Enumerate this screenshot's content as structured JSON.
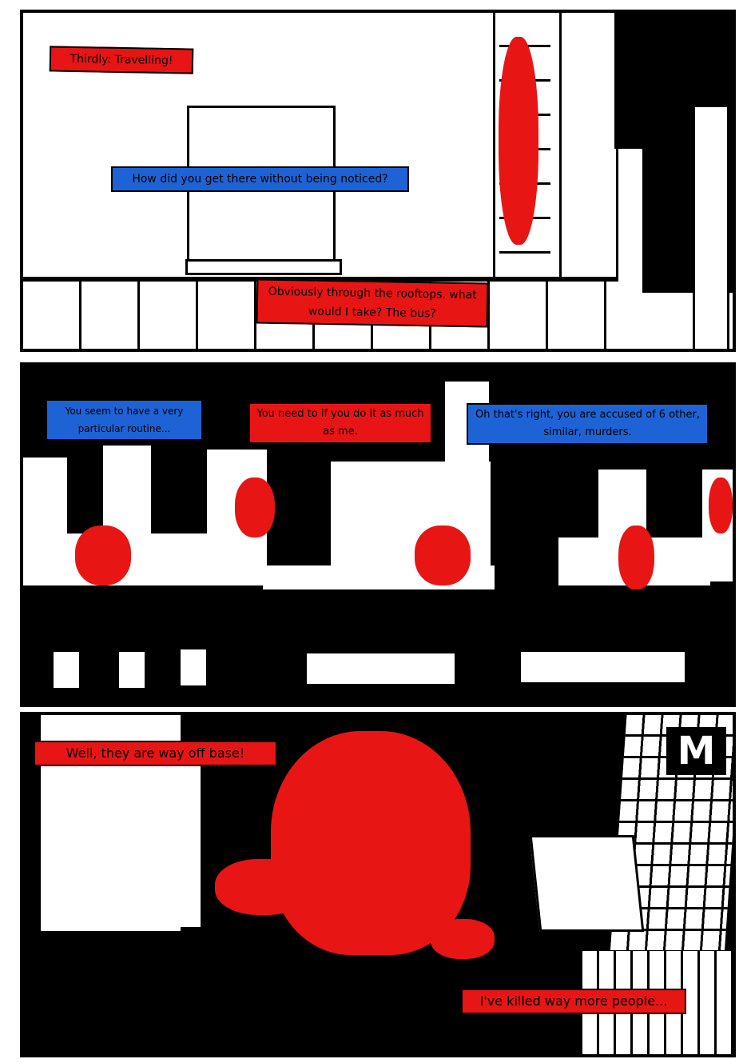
{
  "panels": [
    {
      "captions": [
        {
          "text": "Thirdly: Travelling!",
          "color": "red"
        },
        {
          "text": "How did you get there without being noticed?",
          "color": "blue"
        },
        {
          "text": "Obviously through the rooftops, what would I take? The bus?",
          "color": "red"
        }
      ]
    },
    {
      "captions": [
        {
          "text": "You seem to have a very particular routine...",
          "color": "blue"
        },
        {
          "text": "You need to if you do it as much as me.",
          "color": "red"
        },
        {
          "text": "Oh that's right, you are accused of 6 other, similar, murders.",
          "color": "blue"
        }
      ]
    },
    {
      "captions": [
        {
          "text": "Well, they are way off base!",
          "color": "red"
        },
        {
          "text": "I've killed way more people...",
          "color": "red"
        }
      ],
      "sign_letter": "M"
    }
  ],
  "colors": {
    "red": "#e81515",
    "blue": "#1e63d6",
    "ink": "#000000"
  }
}
